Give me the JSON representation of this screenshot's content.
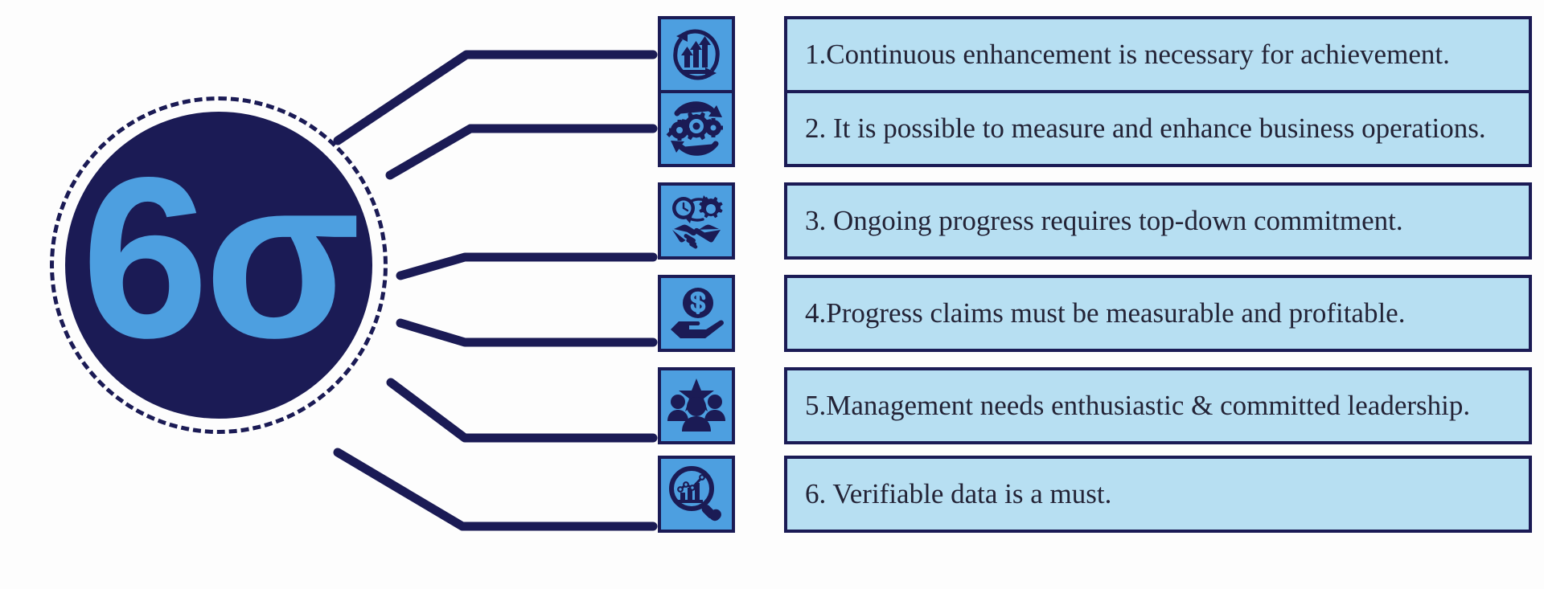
{
  "graphic": {
    "type": "radial-list-infographic",
    "hub": {
      "label": "6σ",
      "shape": "dashed-outlined-circle"
    },
    "colors": {
      "navy": "#1b1b55",
      "icon_tile_blue": "#4d9fe0",
      "text_box_blue": "#b7dff2",
      "text_color": "#232336",
      "background": "#fdfdfd"
    }
  },
  "items": [
    {
      "number": "1",
      "icon": "continuous-improvement-arrows-icon",
      "text": "1.Continuous enhancement is necessary for achievement."
    },
    {
      "number": "2",
      "icon": "gears-cycle-icon",
      "text": "2. It is possible to measure and enhance business operations."
    },
    {
      "number": "3",
      "icon": "clock-gear-handshake-icon",
      "text": "3. Ongoing progress requires top-down commitment."
    },
    {
      "number": "4",
      "icon": "hand-holding-dollar-coin-icon",
      "text": "4.Progress claims must be measurable and profitable."
    },
    {
      "number": "5",
      "icon": "team-with-star-icon",
      "text": "5.Management needs enthusiastic & committed leadership."
    },
    {
      "number": "6",
      "icon": "magnifier-bar-chart-icon",
      "text": "6. Verifiable data is a must."
    }
  ]
}
